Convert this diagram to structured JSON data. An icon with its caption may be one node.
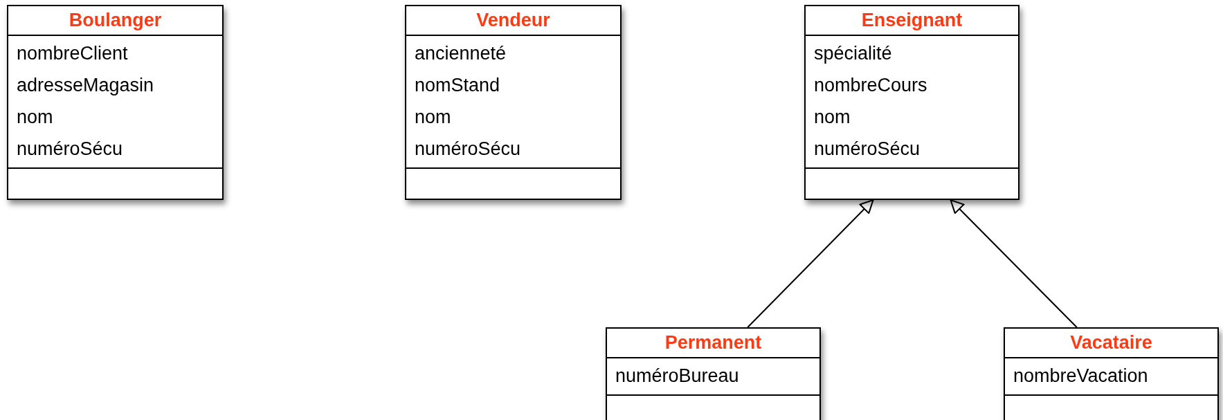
{
  "diagram": {
    "nodes": [
      {
        "text": [
          "Boulanger",
          "nombreClient",
          "adresseMagasin",
          "nom",
          "numéroSécu"
        ]
      },
      {
        "text": [
          "Vendeur",
          "ancienneté",
          "nomStand",
          "nom",
          "numéroSécu"
        ]
      },
      {
        "text": [
          "Enseignant",
          "spécialité",
          "nombreCours",
          "nom",
          "numéroSécu"
        ]
      },
      {
        "text": [
          "Permanent",
          "numéroBureau"
        ]
      },
      {
        "text": [
          "Vacataire",
          "nombreVacation"
        ]
      }
    ],
    "edges": [
      {
        "from": 3,
        "to": 2,
        "arrow": "to"
      },
      {
        "from": 4,
        "to": 2,
        "arrow": "to"
      }
    ]
  }
}
